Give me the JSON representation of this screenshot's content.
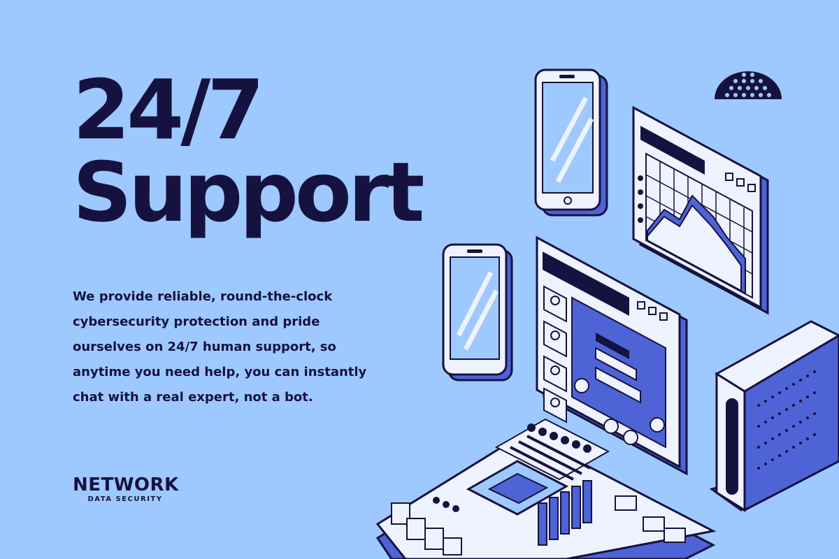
{
  "hero": {
    "line1": "24/7",
    "line2": "Support"
  },
  "body_text": "We provide reliable, round-the-clock cybersecurity protection and pride ourselves on 24/7 human support, so anytime you need help, you can instantly chat with a real expert, not a bot.",
  "brand": {
    "name": "NETWORK",
    "tagline": "DATA SECURITY"
  },
  "illustration": {
    "icons": [
      "phone-icon",
      "tablet-icon",
      "chart-window-icon",
      "chat-window-icon",
      "router-icon",
      "motherboard-icon",
      "dome-icon"
    ]
  },
  "colors": {
    "background": "#9ec9ff",
    "ink": "#16123f",
    "accent": "#4d63d6",
    "paper": "#eef3ff"
  }
}
